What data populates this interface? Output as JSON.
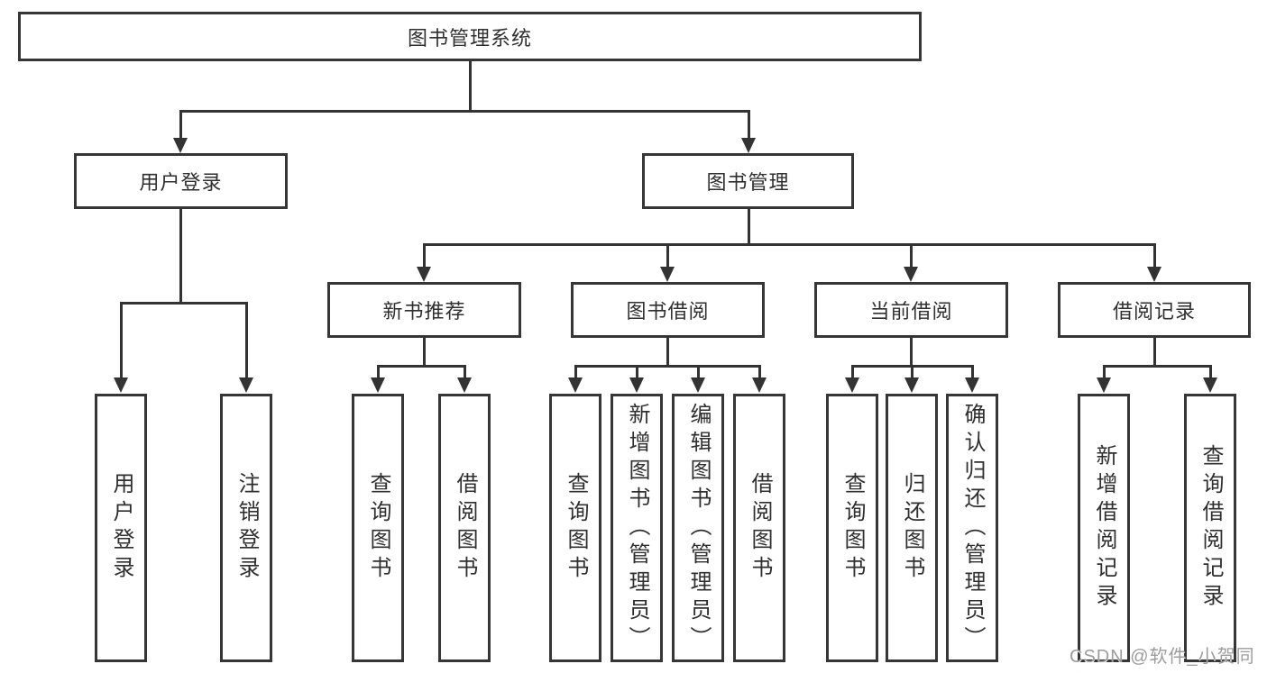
{
  "diagram": {
    "root": "图书管理系统",
    "level2": [
      "用户登录",
      "图书管理"
    ],
    "level3": [
      "新书推荐",
      "图书借阅",
      "当前借阅",
      "借阅记录"
    ],
    "leaves": {
      "login": [
        "用户登录",
        "注销登录"
      ],
      "new_book": [
        "查询图书",
        "借阅图书"
      ],
      "borrow": [
        "查询图书",
        "新增图书（管理员）",
        "编辑图书（管理员）",
        "借阅图书"
      ],
      "current": [
        "查询图书",
        "归还图书",
        "确认归还（管理员）"
      ],
      "records": [
        "新增借阅记录",
        "查询借阅记录"
      ]
    }
  },
  "watermark": "CSDN @软件_小贺同学",
  "colors": {
    "line": "#333333",
    "box_border": "#363636",
    "text": "#2f2f2f",
    "watermark": "#9c9c9c",
    "background": "#ffffff"
  }
}
